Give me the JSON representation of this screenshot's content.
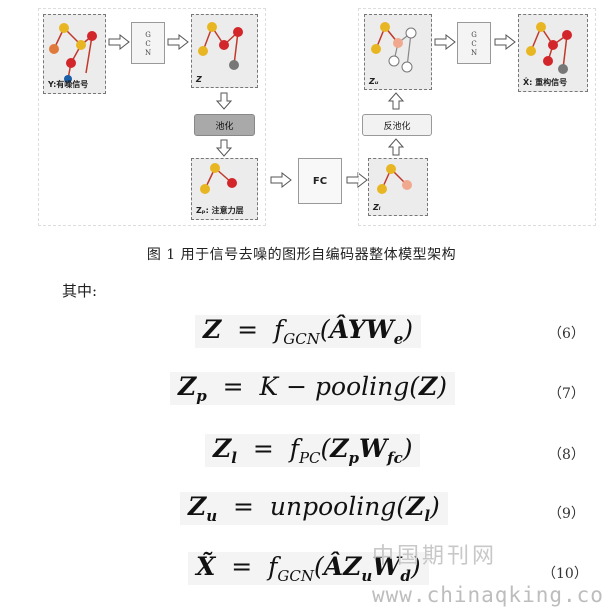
{
  "diagram": {
    "panel_y": "Y:有噪信号",
    "panel_z": "Z",
    "panel_zu": "Zᵤ",
    "panel_xhat": "X̂: 重构信号",
    "panel_zp": "Zₚ: 注意力层",
    "panel_zl": "Zₗ",
    "gcn_left": "G\nC\nN",
    "gcn_right": "G\nC\nN",
    "pool": "池化",
    "unpool": "反池化",
    "fc": "FC"
  },
  "caption": "图 1  用于信号去噪的图形自编码器整体模型架构",
  "intro": "其中:",
  "equations": [
    {
      "num": "（6）"
    },
    {
      "num": "（7）"
    },
    {
      "num": "（8）"
    },
    {
      "num": "（9）"
    },
    {
      "num": "（10）"
    }
  ],
  "watermark": {
    "line1": "中国期刊网",
    "line2": "www.chinaqking.com"
  },
  "colors": {
    "gold": "#e8b622",
    "red": "#d2262a",
    "orange": "#e07a3c",
    "blue": "#1b5ea8",
    "gray": "#777777",
    "pink": "#f0a98e"
  }
}
